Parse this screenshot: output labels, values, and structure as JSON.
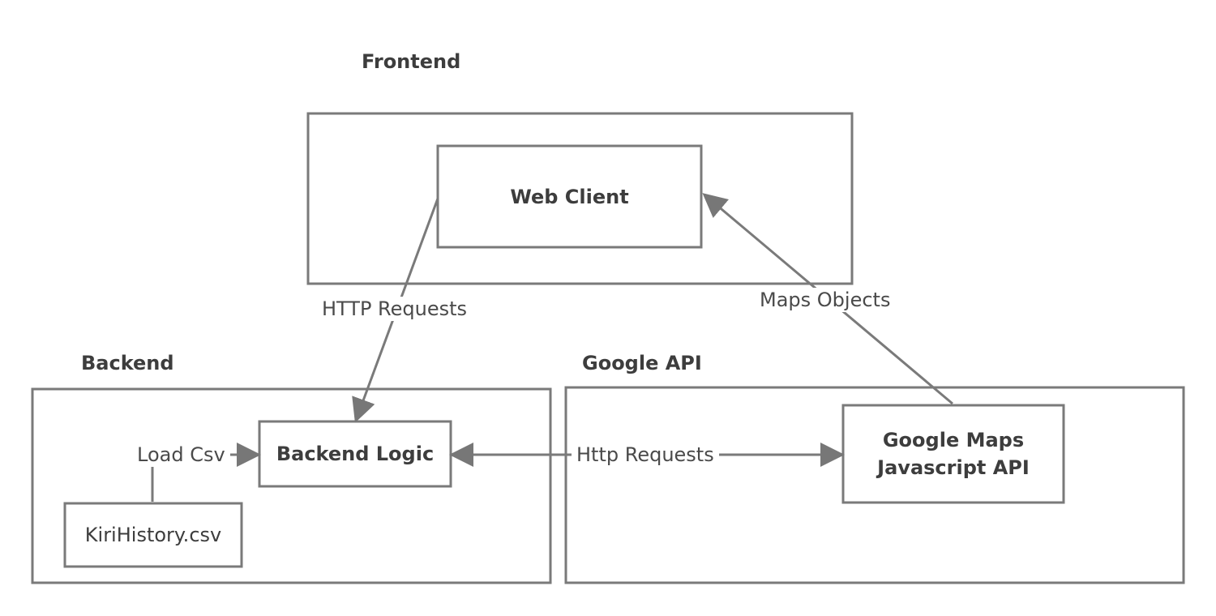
{
  "colors": {
    "stroke": "#7a7a7a",
    "arrow": "#777777",
    "text": "#3d3d3d",
    "background": "#ffffff"
  },
  "groups": {
    "frontend": "Frontend",
    "backend": "Backend",
    "google_api": "Google API"
  },
  "nodes": {
    "web_client": "Web Client",
    "backend_logic": "Backend Logic",
    "kiri_history": "KiriHistory.csv",
    "google_maps_line1": "Google Maps",
    "google_maps_line2": "Javascript API"
  },
  "edges": {
    "http_requests_frontend": "HTTP Requests",
    "maps_objects": "Maps Objects",
    "load_csv": "Load Csv",
    "http_requests_google": "Http Requests"
  }
}
